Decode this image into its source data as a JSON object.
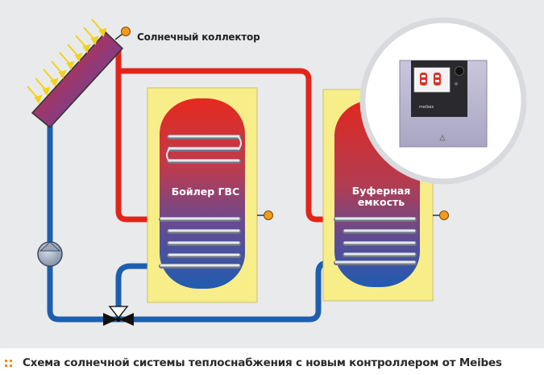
{
  "labels": {
    "collector": "Солнечный коллектор",
    "tank1": "Бойлер ГВС",
    "tank2_line1": "Буферная",
    "tank2_line2": "емкость"
  },
  "controller": {
    "brand": "meibes"
  },
  "caption": {
    "text": "Схема солнечной системы теплоснабжения с новым контроллером от Meibes"
  },
  "colors": {
    "hot_pipe": "#e1251b",
    "cold_pipe": "#1d5fae",
    "tank_casing": "#f7ee8a",
    "sensor": "#f29a1f",
    "caption_dots": "#f08a1e"
  }
}
